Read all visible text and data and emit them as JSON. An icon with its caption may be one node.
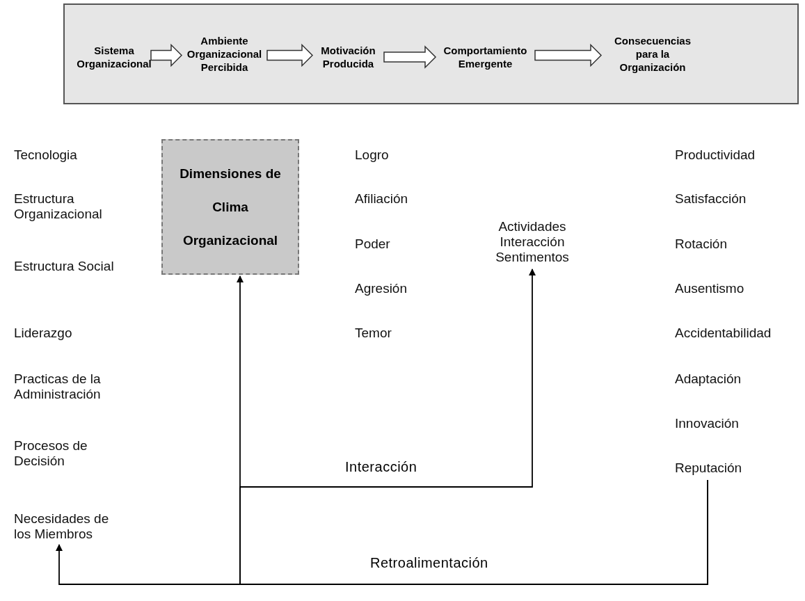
{
  "diagram": {
    "nodes": [
      {
        "text": [],
        "shape": "box"
      },
      {
        "text": [
          "Sistema Organizacional"
        ],
        "in": 0
      },
      {
        "text": [
          "Ambiente Organizacional Percibida"
        ],
        "in": 0
      },
      {
        "text": [
          "Motivación Producida"
        ],
        "in": 0
      },
      {
        "text": [
          "Comportamiento Emergente"
        ],
        "in": 0
      },
      {
        "text": [
          "Consecuencias para la Organización"
        ],
        "in": 0
      },
      {
        "text": [
          "Dimensiones de Clima Organizacional"
        ]
      },
      {
        "text": [
          "Actividades Interacción Sentimentos"
        ]
      },
      {
        "text": [
          "Reputación"
        ]
      },
      {
        "text": [
          "Necesidades de los Miembros"
        ]
      }
    ],
    "edges": [
      {
        "from": 1,
        "to": 2,
        "arrow": "to"
      },
      {
        "from": 2,
        "to": 3,
        "arrow": "to"
      },
      {
        "from": 3,
        "to": 4,
        "arrow": "to"
      },
      {
        "from": 4,
        "to": 5,
        "arrow": "to"
      },
      {
        "from": 8,
        "to": 9,
        "arrow": "to",
        "label": "Retroalimentación"
      },
      {
        "from": 8,
        "to": 6,
        "arrow": "to"
      },
      {
        "from": 8,
        "to": 7,
        "arrow": "to",
        "label": "Interacción"
      }
    ],
    "labels": [
      "Tecnologia",
      "Estructura Organizacional",
      "Estructura Social",
      "Liderazgo",
      "Practicas de la Administración",
      "Procesos de Decisión",
      "Logro",
      "Afiliación",
      "Poder",
      "Agresión",
      "Temor",
      "Productividad",
      "Satisfacción",
      "Rotación",
      "Ausentismo",
      "Accidentabilidad",
      "Adaptación",
      "Innovación"
    ]
  }
}
